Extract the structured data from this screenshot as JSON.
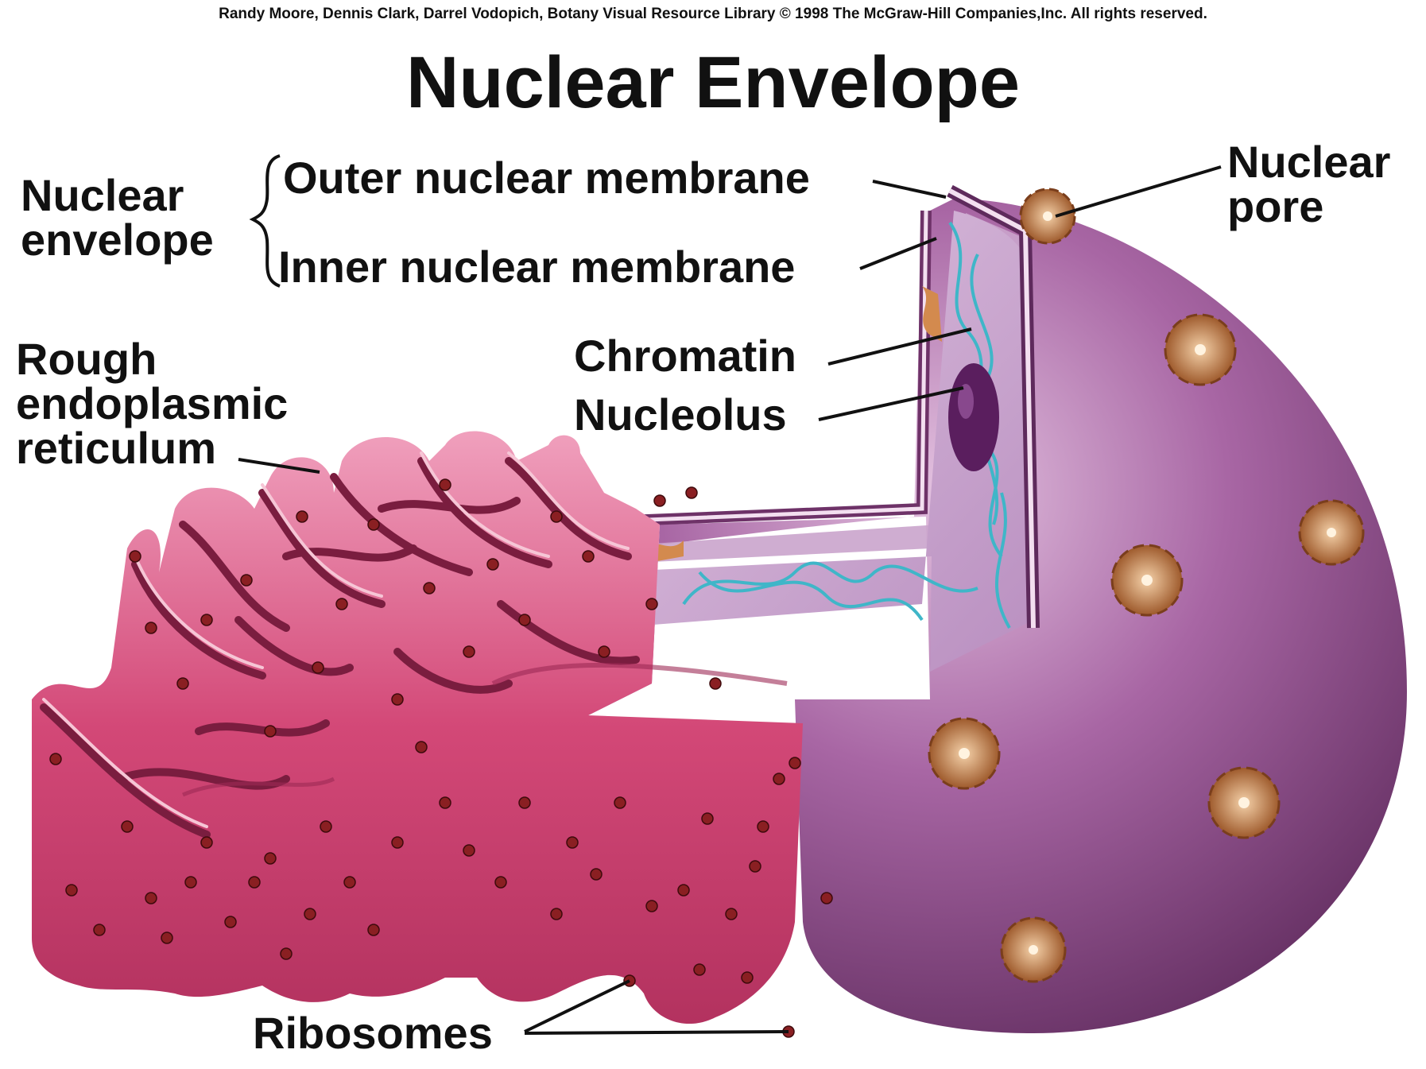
{
  "credit": "Randy Moore, Dennis Clark, Darrel Vodopich, Botany Visual Resource Library © 1998 The McGraw-Hill Companies,Inc. All rights reserved.",
  "title": "Nuclear Envelope",
  "labels": {
    "nuclear_envelope": "Nuclear\nenvelope",
    "outer_membrane": "Outer nuclear membrane",
    "inner_membrane": "Inner nuclear membrane",
    "nuclear_pore": "Nuclear\npore",
    "rough_er": "Rough\nendoplasmic\nreticulum",
    "chromatin": "Chromatin",
    "nucleolus": "Nucleolus",
    "ribosomes": "Ribosomes"
  },
  "colors": {
    "nucleus": "#9a5a98",
    "nucleus_dark": "#5e2a5c",
    "nucleus_light": "#cfa3cc",
    "er": "#d34877",
    "er_dark": "#7a1d3f",
    "er_light": "#f29bb8",
    "ribosome": "#8a1f22",
    "pore": "#b86e3a",
    "chromatin": "#3fb6c8",
    "nucleolus": "#5a1e5e"
  }
}
